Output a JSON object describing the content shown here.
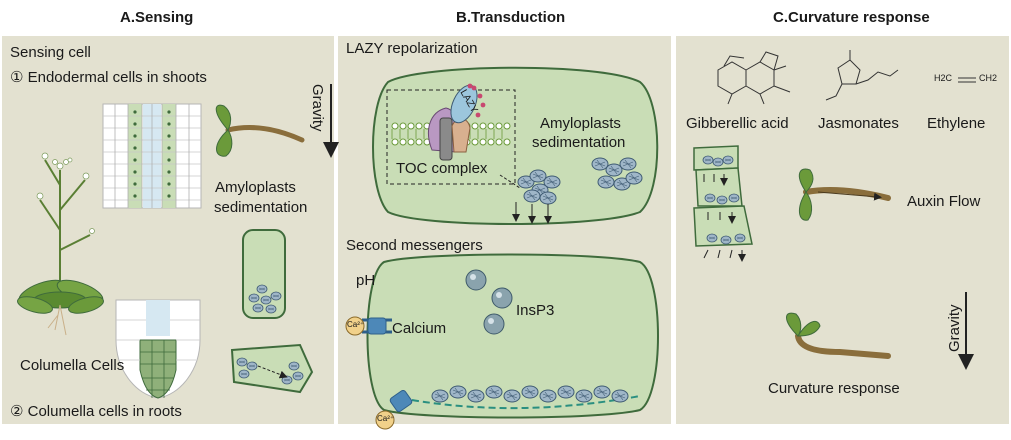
{
  "panels": {
    "a": {
      "header": "A.Sensing",
      "sensing_cell": "Sensing cell",
      "shoots": "① Endodermal cells in shoots",
      "gravity": "Gravity",
      "amyloplasts_line1": "Amyloplasts",
      "amyloplasts_line2": "sedimentation",
      "columella": "Columella Cells",
      "roots": "② Columella cells in roots"
    },
    "b": {
      "header": "B.Transduction",
      "lazy_repolarization": "LAZY repolarization",
      "lazy": "LAZY",
      "toc_complex": "TOC complex",
      "amyloplasts_line1": "Amyloplasts",
      "amyloplasts_line2": "sedimentation",
      "second_messengers": "Second messengers",
      "ph": "pH",
      "insp3": "InsP3",
      "calcium": "Calcium",
      "ca_ion": "Ca²⁺"
    },
    "c": {
      "header": "C.Curvature response",
      "gibberellic_acid": "Gibberellic acid",
      "jasmonates": "Jasmonates",
      "ethylene": "Ethylene",
      "h2c": "H2C",
      "ch2": "CH2",
      "auxin_flow": "Auxin Flow",
      "gravity": "Gravity",
      "curvature_response": "Curvature response"
    }
  },
  "colors": {
    "panel_bg": "#e3e1d0",
    "cell_fill": "#c9ddb6",
    "cell_stroke": "#3f6b3c",
    "amyloplast": "#9fb6c8",
    "seedling": "#6b9a3a",
    "hypocotyl": "#8a6e3c"
  }
}
